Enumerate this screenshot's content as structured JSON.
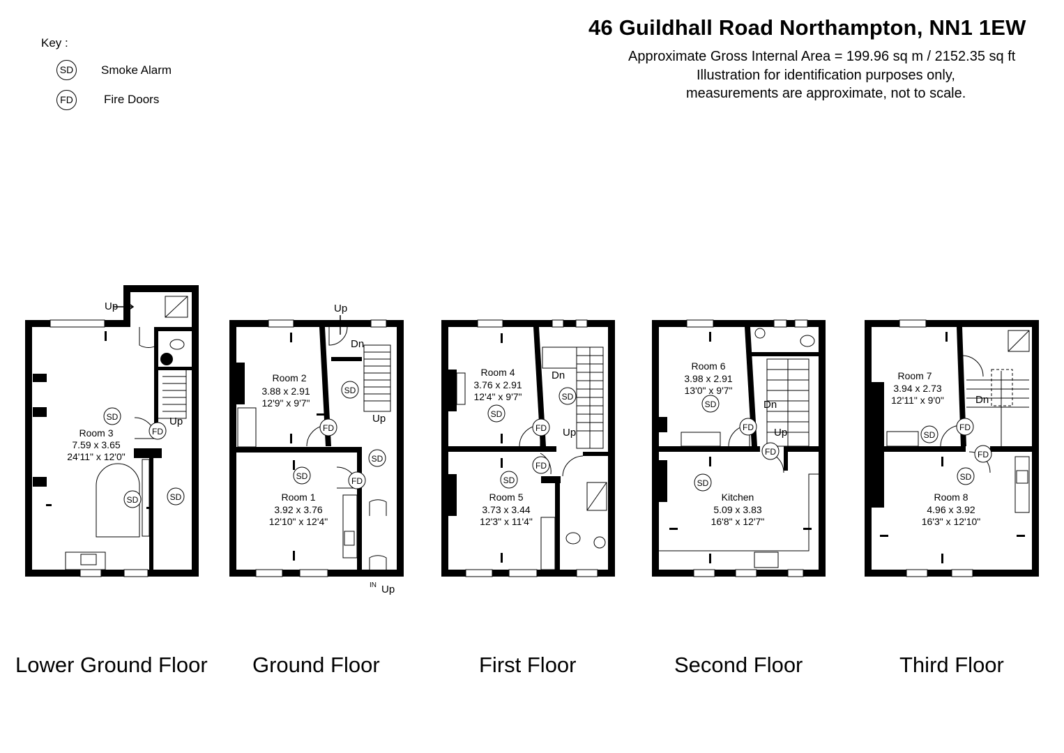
{
  "header": {
    "title": "46 Guildhall Road Northampton, NN1 1EW",
    "area": "Approximate Gross Internal Area = 199.96 sq m / 2152.35 sq ft",
    "disclaimer_1": "Illustration for identification purposes only,",
    "disclaimer_2": "measurements are approximate, not to scale."
  },
  "key": {
    "title": "Key :",
    "items": [
      {
        "symbol": "SD",
        "label": "Smoke Alarm"
      },
      {
        "symbol": "FD",
        "label": "Fire Doors"
      }
    ]
  },
  "floors": [
    {
      "label": "Lower Ground Floor"
    },
    {
      "label": "Ground Floor"
    },
    {
      "label": "First Floor"
    },
    {
      "label": "Second Floor"
    },
    {
      "label": "Third Floor"
    }
  ],
  "rooms": {
    "room3": {
      "name": "Room 3",
      "metric": "7.59 x 3.65",
      "imperial": "24'11\" x 12'0\""
    },
    "room2": {
      "name": "Room 2",
      "metric": "3.88 x 2.91",
      "imperial": "12'9\" x 9'7\""
    },
    "room1": {
      "name": "Room 1",
      "metric": "3.92 x 3.76",
      "imperial": "12'10\" x 12'4\""
    },
    "room4": {
      "name": "Room 4",
      "metric": "3.76 x 2.91",
      "imperial": "12'4\" x 9'7\""
    },
    "room5": {
      "name": "Room 5",
      "metric": "3.73 x 3.44",
      "imperial": "12'3\" x 11'4\""
    },
    "room6": {
      "name": "Room 6",
      "metric": "3.98 x 2.91",
      "imperial": "13'0\" x 9'7\""
    },
    "kitchen": {
      "name": "Kitchen",
      "metric": "5.09 x 3.83",
      "imperial": "16'8\" x 12'7\""
    },
    "room7": {
      "name": "Room 7",
      "metric": "3.94 x 2.73",
      "imperial": "12'11\" x 9'0\""
    },
    "room8": {
      "name": "Room 8",
      "metric": "4.96 x 3.92",
      "imperial": "16'3\" x 12'10\""
    }
  },
  "markers": {
    "sd": "SD",
    "fd": "FD",
    "up": "Up",
    "dn": "Dn",
    "in": "IN"
  },
  "colors": {
    "wall": "#000000",
    "background": "#ffffff"
  }
}
